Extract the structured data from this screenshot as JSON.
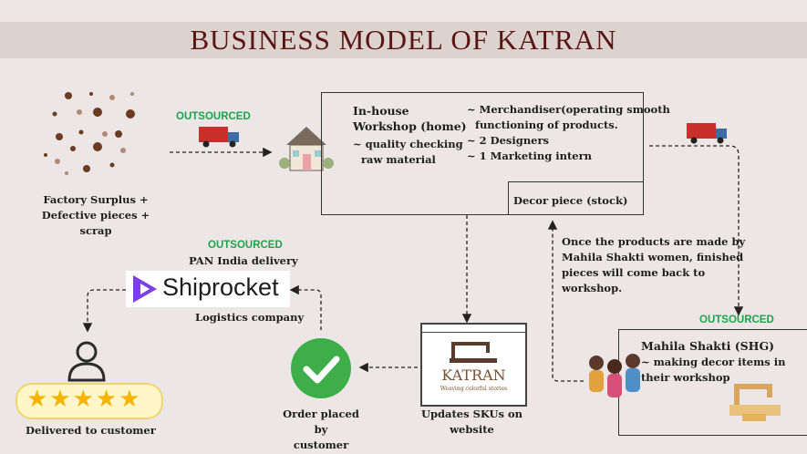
{
  "title": "BUSINESS MODEL OF KATRAN",
  "factory": {
    "line1": "Factory Surplus +",
    "line2": "Defective pieces + scrap"
  },
  "outsourced_label": "OUTSOURCED",
  "workshop": {
    "heading1": "In-house",
    "heading2": "Workshop (home)",
    "quality1": "~ quality checking",
    "quality2": "raw material",
    "staff1": "~ Merchandiser(operating smooth",
    "staff2": "functioning of products.",
    "staff3": "~ 2 Designers",
    "staff4": "~ 1 Marketing intern",
    "decor": "Decor piece (stock)"
  },
  "return_note": {
    "l1": "Once the products are made by",
    "l2": "Mahila Shakti women, finished",
    "l3": "pieces will come back to",
    "l4": "workshop."
  },
  "shg": {
    "title": "Mahila Shakti (SHG)",
    "desc1": "~ making decor items in",
    "desc2": "their workshop"
  },
  "shiprocket": {
    "pan": "PAN India delivery",
    "name": "Shiprocket",
    "caption": "Logistics company"
  },
  "website": {
    "brand": "KATRAN",
    "tagline": "Weaving colorful stories",
    "caption1": "Updates SKUs on",
    "caption2": "website"
  },
  "order": {
    "line1": "Order placed by",
    "line2": "customer"
  },
  "customer": {
    "caption": "Delivered to customer",
    "rating": 5
  }
}
